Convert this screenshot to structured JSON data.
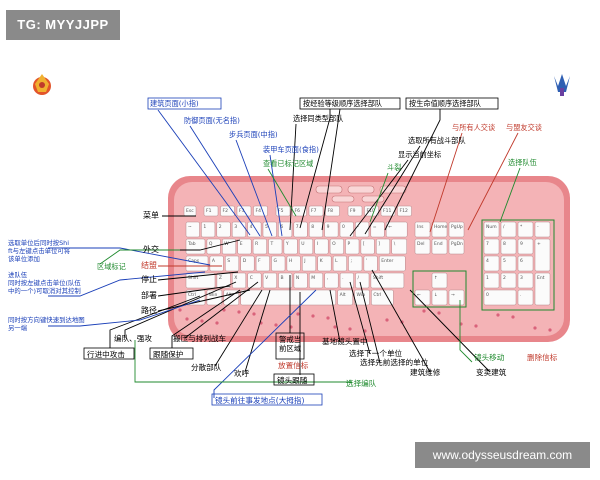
{
  "badges": {
    "tg": "TG: MYYJJPP",
    "site": "www.odysseusdream.com"
  },
  "colors": {
    "black": "#000000",
    "blue": "#1a3fb8",
    "green": "#1f8a2e",
    "red": "#c0392b",
    "keyboard_body": "#f2a7aa",
    "keyboard_rim": "#e07f84"
  },
  "icons": {
    "left_emblem": "fire-emblem-icon",
    "right_emblem": "trident-emblem-icon"
  },
  "labels": {
    "build_small": "建筑页面(小指)",
    "defense_none": "防御页面(无名指)",
    "infantry_middle": "步兵页面(中指)",
    "armored_index": "装甲车页面(食指)",
    "view_marked": "查看已标记区域",
    "select_by_level": "按经验等级顺序选择部队",
    "select_same_type": "选择同类型部队",
    "select_by_health": "按生命值顺序选择部队",
    "select_all_combat": "选取所有战斗部队",
    "show_coords": "显示当前坐标",
    "attack_ground": "斗裂",
    "to_all": "与所有人交谈",
    "to_allies": "与盟友交谈",
    "select_team": "选择队伍",
    "menu": "菜单",
    "select_unit_shift": "选取单位后同时按Shift与左键点击单位可将该单位添加",
    "diplomacy": "外交",
    "area_mark": "区域标记",
    "into_team": "进队伍",
    "team_shift": "同时按左键点击单位(队伍中的一个)可取消对其控制",
    "scatter": "结盟",
    "stop": "停止",
    "deploy": "部署",
    "path": "路径",
    "fast_move": "同时按方向键快速到达地图另一端",
    "group_formation": "编队、强攻",
    "guard_row": "搬压与排列战车",
    "attack_move": "行进中攻击",
    "follow_protect": "跟随保护",
    "scatter_units": "分散部队",
    "cheer": "欢呼",
    "alert_position": "警戒当前区域",
    "place_beacon": "放置信标",
    "camera_follow": "镜头跟随",
    "center_base": "基地镜头置中",
    "select_next": "选择下一个单位",
    "select_prev": "选择先前选择的单位",
    "repair": "建筑维修",
    "sell_building": "变卖建筑",
    "camera_move": "镜头移动",
    "delete_beacon": "删除信标",
    "select_formation": "选择编队",
    "camera_event": "镜头前往事发地点(大拇指)"
  },
  "keys": {
    "esc": "Esc",
    "f_row": [
      "F1",
      "F2",
      "F3",
      "F4",
      "F5",
      "F6",
      "F7",
      "F8",
      "F9",
      "F10",
      "F11",
      "F12"
    ],
    "row1": [
      "~",
      "1",
      "2",
      "3",
      "4",
      "5",
      "6",
      "7",
      "8",
      "9",
      "0",
      "-",
      "=",
      "←"
    ],
    "row2": [
      "Tab",
      "Q",
      "W",
      "E",
      "R",
      "T",
      "Y",
      "U",
      "I",
      "O",
      "P",
      "[",
      "]",
      "\\"
    ],
    "row3": [
      "Caps",
      "A",
      "S",
      "D",
      "F",
      "G",
      "H",
      "J",
      "K",
      "L",
      ";",
      "'",
      "Enter"
    ],
    "row4": [
      "Shift",
      "Z",
      "X",
      "C",
      "V",
      "B",
      "N",
      "M",
      ",",
      ".",
      "/",
      "Shift"
    ],
    "row5": [
      "Ctrl",
      "Win",
      "Alt",
      "",
      "Alt",
      "Win",
      "Ctrl"
    ],
    "nav": [
      "Ins",
      "Home",
      "PgUp",
      "Del",
      "End",
      "PgDn"
    ],
    "arrows": [
      "↑",
      "←",
      "↓",
      "→"
    ],
    "numpad": [
      "Num",
      "/",
      "*",
      "-",
      "7",
      "8",
      "9",
      "+",
      "4",
      "5",
      "6",
      "1",
      "2",
      "3",
      "Ent",
      "0",
      "."
    ]
  }
}
